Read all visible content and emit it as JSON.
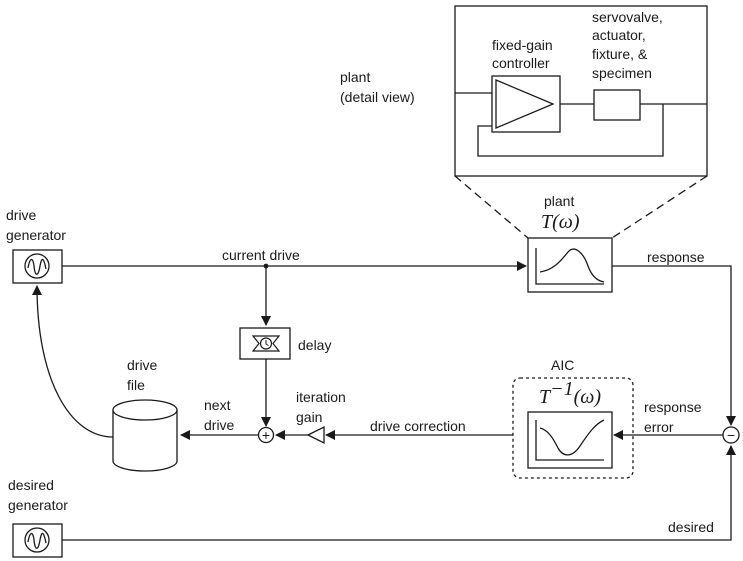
{
  "plant_detail": {
    "caption_line1": "plant",
    "caption_line2": "(detail view)",
    "controller_line1": "fixed-gain",
    "controller_line2": "controller",
    "servo_line1": "servovalve,",
    "servo_line2": "actuator,",
    "servo_line3": "fixture, &",
    "servo_line4": "specimen"
  },
  "plant": {
    "label": "plant",
    "transfer": "T(ω)"
  },
  "drive_generator": {
    "line1": "drive",
    "line2": "generator"
  },
  "desired_generator": {
    "line1": "desired",
    "line2": "generator"
  },
  "signals": {
    "current_drive": "current drive",
    "response": "response",
    "delay": "delay",
    "drive_file_line1": "drive",
    "drive_file_line2": "file",
    "next_drive_line1": "next",
    "next_drive_line2": "drive",
    "iteration_gain_line1": "iteration",
    "iteration_gain_line2": "gain",
    "drive_correction": "drive correction",
    "response_error_line1": "response",
    "response_error_line2": "error",
    "desired": "desired"
  },
  "aic": {
    "label": "AIC",
    "transfer_base": "T",
    "transfer_exp": "−1",
    "transfer_arg": "(ω)"
  },
  "junction_symbols": {
    "sum": "+",
    "difference": "−"
  }
}
